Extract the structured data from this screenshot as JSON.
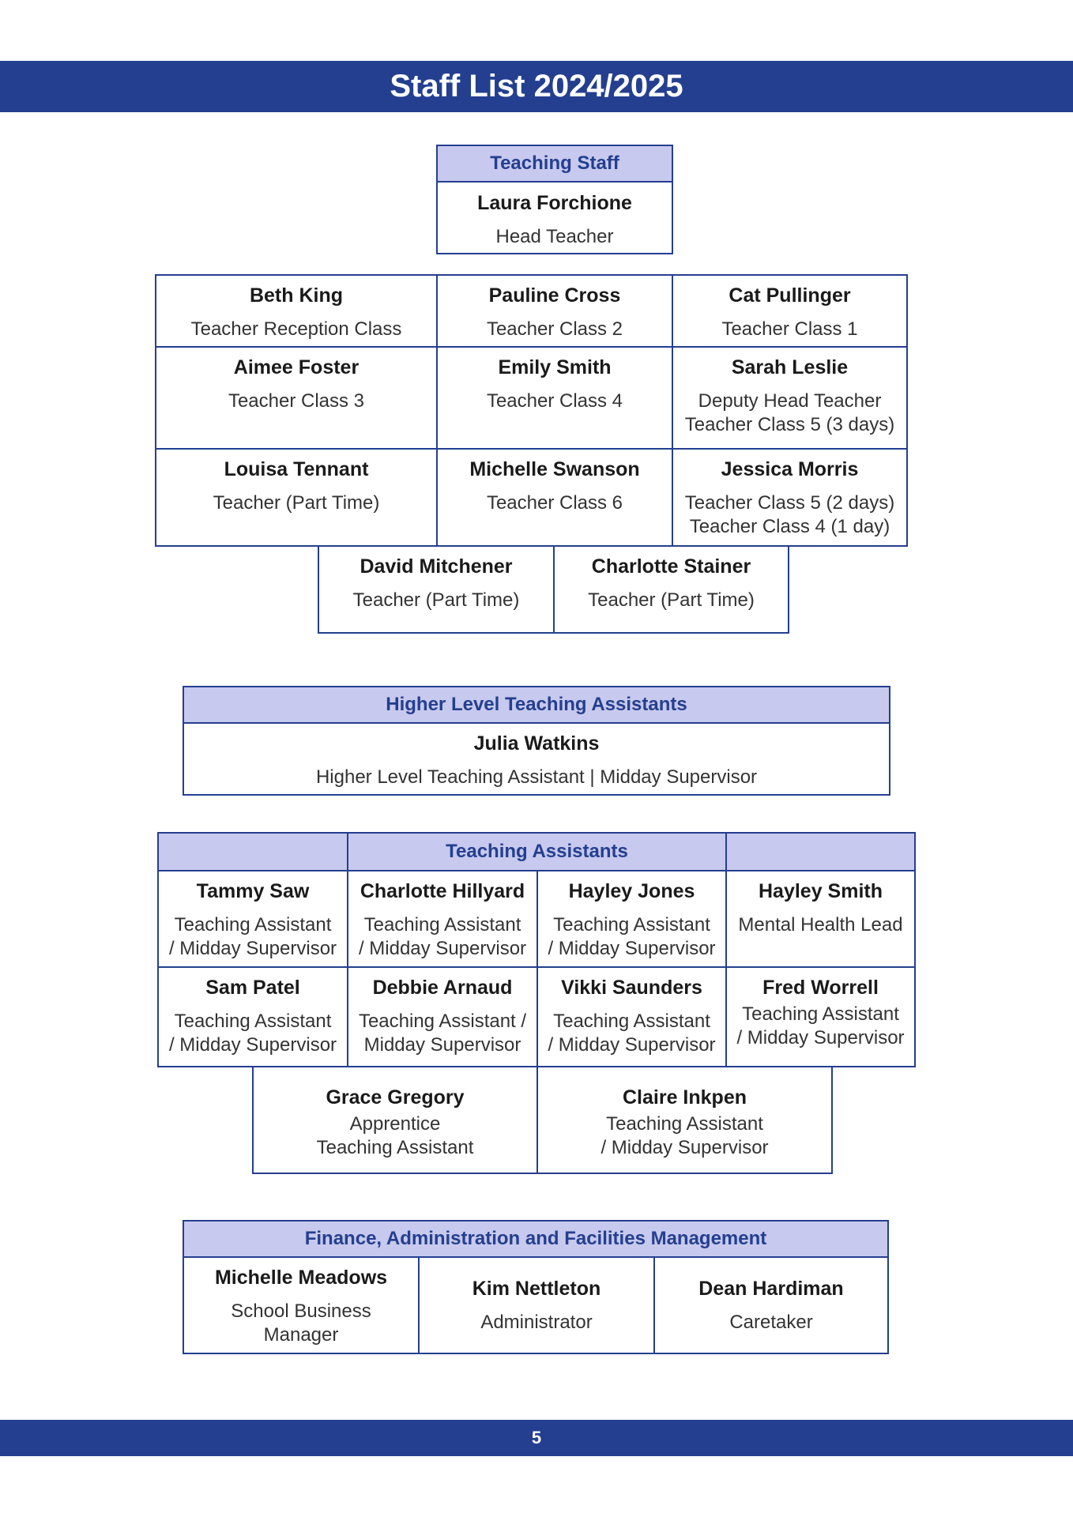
{
  "page": {
    "title": "Staff List 2024/2025",
    "page_number": "5"
  },
  "teaching_staff": {
    "header": "Teaching Staff",
    "head": {
      "name": "Laura Forchione",
      "role": "Head Teacher"
    },
    "rows": [
      [
        {
          "name": "Beth King",
          "role": "Teacher Reception Class"
        },
        {
          "name": "Pauline Cross",
          "role": "Teacher Class 2"
        },
        {
          "name": "Cat Pullinger",
          "role": "Teacher Class 1"
        }
      ],
      [
        {
          "name": "Aimee Foster",
          "role": "Teacher Class 3"
        },
        {
          "name": "Emily Smith",
          "role": "Teacher Class 4"
        },
        {
          "name": "Sarah Leslie",
          "role": "Deputy Head Teacher\nTeacher Class 5 (3 days)"
        }
      ],
      [
        {
          "name": "Louisa Tennant",
          "role": "Teacher (Part Time)"
        },
        {
          "name": "Michelle Swanson",
          "role": "Teacher Class 6"
        },
        {
          "name": "Jessica Morris",
          "role": "Teacher Class 5 (2 days)\nTeacher Class 4 (1 day)"
        }
      ],
      [
        {
          "name": "David Mitchener",
          "role": "Teacher (Part Time)"
        },
        {
          "name": "Charlotte Stainer",
          "role": "Teacher (Part Time)"
        }
      ]
    ]
  },
  "hlta": {
    "header": "Higher Level Teaching Assistants",
    "name": "Julia Watkins",
    "role": "Higher Level Teaching Assistant | Midday Supervisor"
  },
  "teaching_assistants": {
    "header": "Teaching Assistants",
    "rows": [
      [
        {
          "name": "Tammy Saw",
          "role": "Teaching Assistant\n/ Midday Supervisor"
        },
        {
          "name": "Charlotte Hillyard",
          "role": "Teaching Assistant\n/ Midday Supervisor"
        },
        {
          "name": "Hayley Jones",
          "role": "Teaching Assistant\n/ Midday Supervisor"
        },
        {
          "name": "Hayley Smith",
          "role": "Mental Health Lead"
        }
      ],
      [
        {
          "name": "Sam Patel",
          "role": "Teaching Assistant\n/ Midday Supervisor"
        },
        {
          "name": "Debbie Arnaud",
          "role": "Teaching Assistant /\nMidday Supervisor"
        },
        {
          "name": "Vikki Saunders",
          "role": "Teaching Assistant\n/ Midday Supervisor"
        },
        {
          "name": "Fred Worrell",
          "role": "Teaching Assistant\n/ Midday Supervisor"
        }
      ],
      [
        {
          "name": "Grace Gregory",
          "role": "Apprentice\nTeaching Assistant"
        },
        {
          "name": "Claire Inkpen",
          "role": "Teaching Assistant\n/ Midday Supervisor"
        }
      ]
    ]
  },
  "finance": {
    "header": "Finance, Administration and Facilities Management",
    "staff": [
      {
        "name": "Michelle Meadows",
        "role": "School Business\nManager"
      },
      {
        "name": "Kim Nettleton",
        "role": "Administrator"
      },
      {
        "name": "Dean Hardiman",
        "role": "Caretaker"
      }
    ]
  },
  "colors": {
    "brand_blue": "#243f8f",
    "header_fill": "#c7c9ee"
  }
}
